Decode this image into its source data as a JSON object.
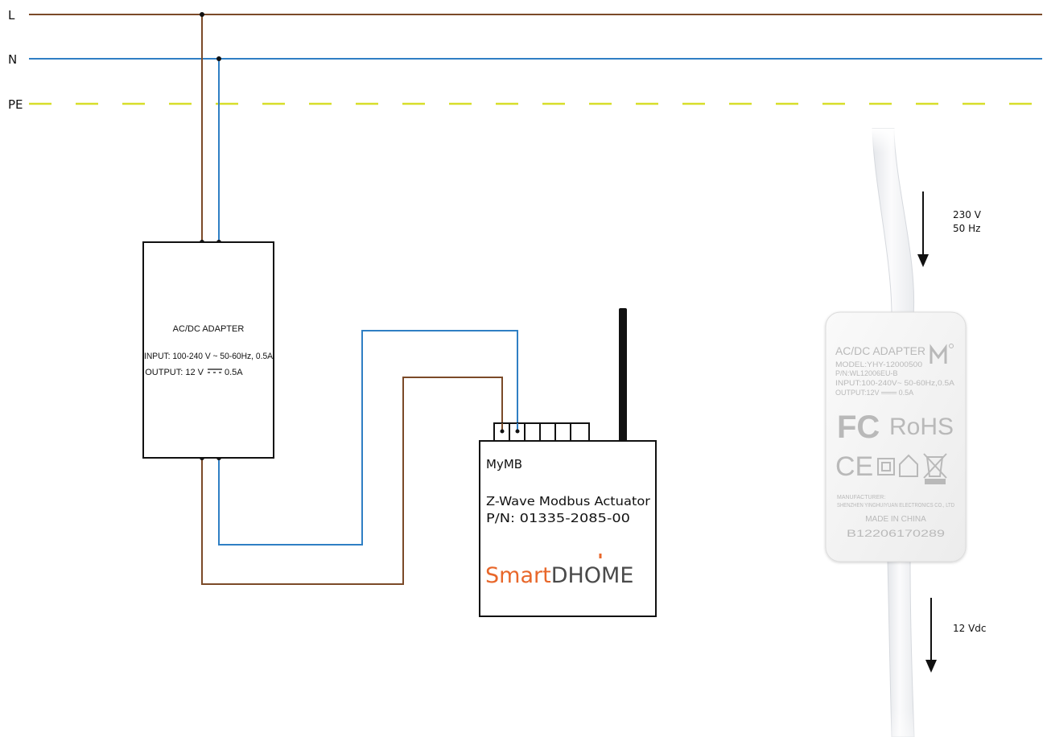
{
  "rails": {
    "l_label": "L",
    "n_label": "N",
    "pe_label": "PE"
  },
  "adapter_block": {
    "title": "AC/DC ADAPTER",
    "input": "INPUT: 100-240 V ~ 50-60Hz, 0.5A",
    "output_prefix": "OUTPUT: 12 V",
    "output_suffix": "0.5A"
  },
  "mymb": {
    "name": "MyMB",
    "product": "Z-Wave Modbus Actuator",
    "part_number": "P/N: 01335-2085-00",
    "logo_smart": "Smart",
    "logo_dhome": "DHOME"
  },
  "annotations": {
    "input_voltage": "230 V",
    "input_freq": "50 Hz",
    "output_voltage": "12 Vdc"
  },
  "photo_label": {
    "title": "AC/DC ADAPTER",
    "model": "MODEL:YHY-12000500",
    "pn": "P/N:WL12006EU-B",
    "input": "INPUT:100-240V~ 50-60Hz,0.5A",
    "output": "OUTPUT:12V ═══ 0.5A",
    "fc": "FC",
    "rohs": "RoHS",
    "ce": "CE",
    "manufacturer_heading": "MANUFACTURER:",
    "manufacturer": "SHENZHEN YINGHUIYUAN ELECTRONICS CO., LTD",
    "made_in": "MADE IN CHINA",
    "serial": "B12206170289"
  },
  "colors": {
    "live": "#7b4a28",
    "neutral": "#2f7fc4",
    "earth": "#d7de2a",
    "logo_orange": "#e8672a",
    "logo_gray": "#4a4a4a"
  }
}
